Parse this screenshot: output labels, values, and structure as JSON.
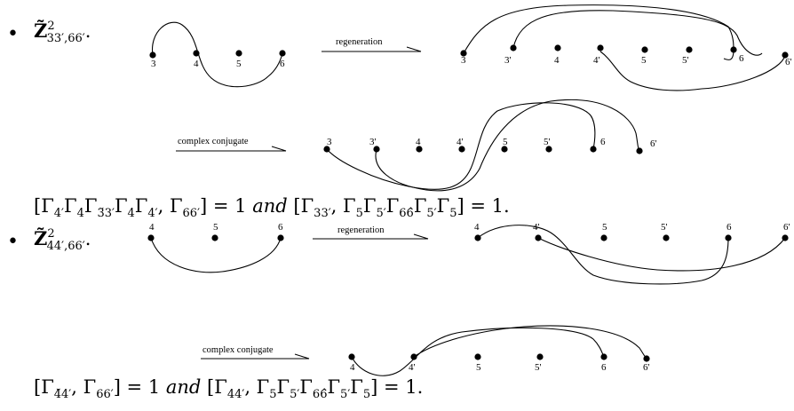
{
  "sections": [
    {
      "bullet": "•",
      "symbol": "Z̃",
      "sup": "2",
      "sub": "33′,66′",
      "trail": ".",
      "arrow1_label": "regeneration",
      "arrow2_label": "complex conjugate",
      "diagram1_labels": [
        "3",
        "4",
        "5",
        "6"
      ],
      "diagram2_labels": [
        "3",
        "3'",
        "4",
        "4'",
        "5",
        "5'",
        "6",
        "6'"
      ],
      "diagram3_labels": [
        "3",
        "3'",
        "4",
        "4'",
        "5",
        "5'",
        "6",
        "6'"
      ],
      "relation": {
        "part1": "[Γ",
        "s1": "4′",
        "part2": "Γ",
        "s2": "4",
        "part3": "Γ",
        "s3": "3̆3′",
        "part4": "Γ",
        "s4": "4",
        "part5": "Γ",
        "s5": "4′",
        "part6": ", Γ",
        "s6": "66′",
        "part7": "] = 1 ",
        "and": "and",
        "part8": " [Γ",
        "s8": "33′",
        "part9": ", Γ",
        "s9": "5",
        "part10": "Γ",
        "s10": "5′",
        "part11": "Γ",
        "s11": "66̂",
        "part12": "Γ",
        "s12": "5′",
        "part13": "Γ",
        "s13": "5",
        "part14": "] = 1."
      }
    },
    {
      "bullet": "•",
      "symbol": "Z̃",
      "sup": "2",
      "sub": "44′,66′",
      "trail": ".",
      "arrow1_label": "regeneration",
      "arrow2_label": "complex conjugate",
      "diagram1_labels": [
        "4",
        "5",
        "6"
      ],
      "diagram2_labels": [
        "4",
        "4'",
        "5",
        "5'",
        "6",
        "6'"
      ],
      "diagram3_labels": [
        "4",
        "4'",
        "5",
        "5'",
        "6",
        "6'"
      ],
      "relation": {
        "part1": "[Γ",
        "s1": "4̆4′",
        "part2": ", Γ",
        "s2": "66′",
        "part3": "] = 1 ",
        "and": "and",
        "part4": " [Γ",
        "s4": "44′",
        "part5": ", Γ",
        "s5": "5",
        "part6": "Γ",
        "s6": "5′",
        "part7": "Γ",
        "s7": "66̂",
        "part8": "Γ",
        "s8": "5′",
        "part9": "Γ",
        "s9": "5",
        "part10": "] = 1."
      }
    }
  ]
}
